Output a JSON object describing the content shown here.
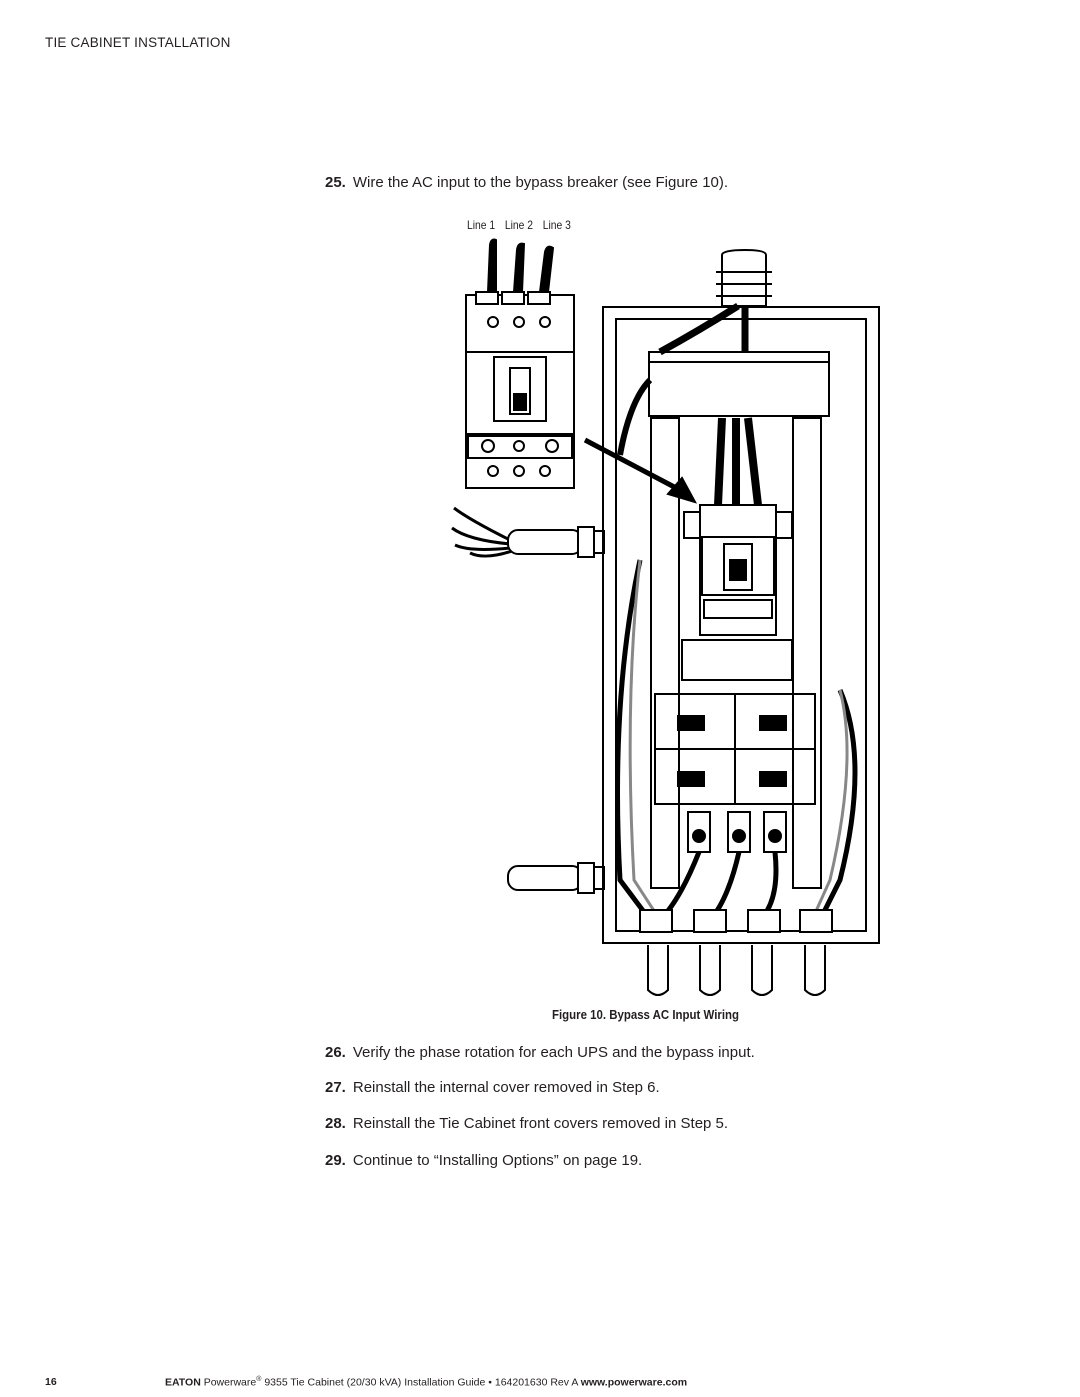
{
  "header": {
    "section": "TIE CABINET INSTALLATION"
  },
  "steps": [
    {
      "num": "25.",
      "text": "Wire the AC input to the bypass breaker (see Figure 10)."
    },
    {
      "num": "26.",
      "text": "Verify the phase rotation for each UPS and the bypass input."
    },
    {
      "num": "27.",
      "text": "Reinstall the internal cover removed in Step 6."
    },
    {
      "num": "28.",
      "text": "Reinstall the Tie Cabinet front covers removed in Step 5."
    },
    {
      "num": "29.",
      "text": "Continue to “Installing Options” on page 19."
    }
  ],
  "figure": {
    "line_labels": [
      "Line 1",
      "Line 2",
      "Line 3"
    ],
    "caption": "Figure 10. Bypass AC Input Wiring"
  },
  "footer": {
    "page_number": "16",
    "brand": "EATON",
    "product": "Powerware",
    "registered": "®",
    "title": " 9355 Tie Cabinet (20/30 kVA) Installation Guide • 164201630 Rev A ",
    "url": "www.powerware.com"
  }
}
